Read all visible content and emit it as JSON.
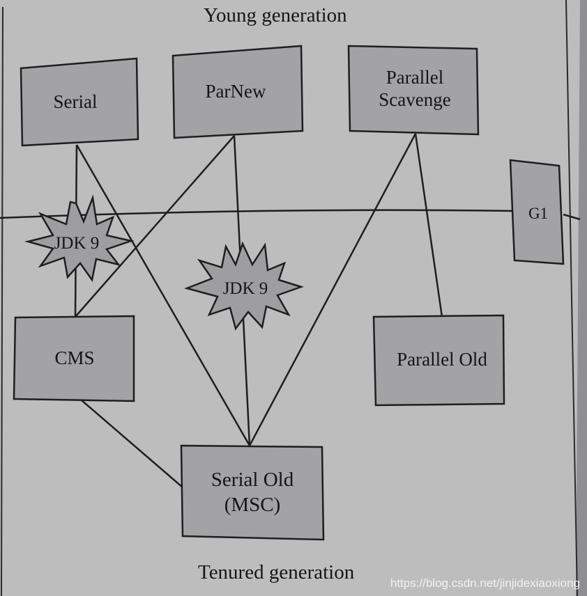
{
  "frame": {
    "top_label": "Young generation",
    "bottom_label": "Tenured generation"
  },
  "collectors": {
    "serial": "Serial",
    "parnew": "ParNew",
    "parallel_scavenge": [
      "Parallel",
      "Scavenge"
    ],
    "g1": "G1",
    "cms": "CMS",
    "parallel_old": "Parallel Old",
    "serial_old": [
      "Serial Old",
      "(MSC)"
    ]
  },
  "badges": {
    "left": "JDK 9",
    "center": "JDK 9"
  },
  "watermark": "https://blog.csdn.net/jinjidexiaoxiong",
  "colors": {
    "paper": "#bdbdbe",
    "box_fill": "#a3a3a5",
    "line": "#1e1e1e",
    "background": "#8f8f91"
  }
}
